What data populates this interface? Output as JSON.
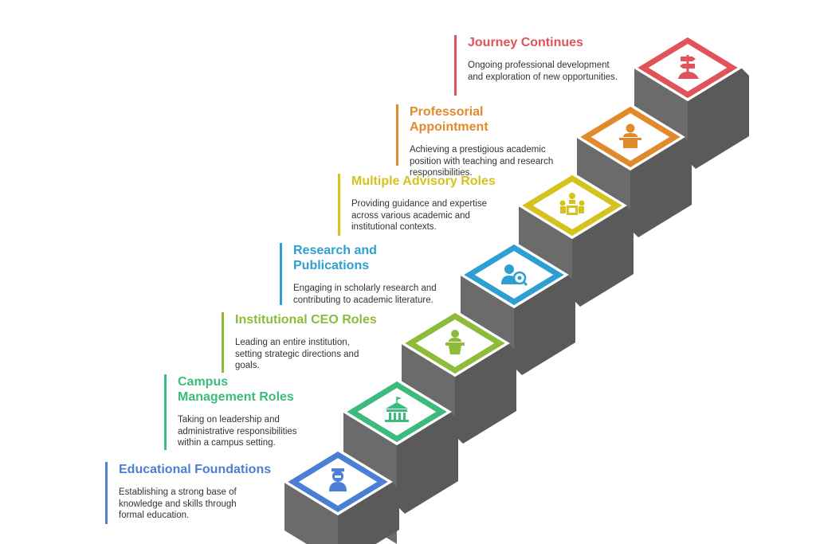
{
  "steps": [
    {
      "id": "educational-foundations",
      "title": "Educational Foundations",
      "description": "Establishing a strong base of knowledge and skills through formal education.",
      "color": "#4a7fd1",
      "icon": "student-icon"
    },
    {
      "id": "campus-management",
      "title": "Campus Management Roles",
      "description": "Taking on leadership and administrative responsibilities within a campus setting.",
      "color": "#3dbb7f",
      "icon": "campus-building-icon"
    },
    {
      "id": "institutional-ceo",
      "title": "Institutional CEO Roles",
      "description": "Leading an entire institution, setting strategic directions and goals.",
      "color": "#8dbb3a",
      "icon": "speaker-podium-icon"
    },
    {
      "id": "research-publications",
      "title": "Research and Publications",
      "description": "Engaging in scholarly research and contributing to academic literature.",
      "color": "#2e9fd3",
      "icon": "researcher-search-icon"
    },
    {
      "id": "multiple-advisory",
      "title": "Multiple Advisory Roles",
      "description": "Providing guidance and expertise across various academic and institutional contexts.",
      "color": "#d6c21c",
      "icon": "meeting-group-icon"
    },
    {
      "id": "professorial-appointment",
      "title": "Professorial Appointment",
      "description": "Achieving a prestigious academic position with teaching and research responsibilities.",
      "color": "#e08a2c",
      "icon": "lecturer-icon"
    },
    {
      "id": "journey-continues",
      "title": "Journey Continues",
      "description": "Ongoing professional development and exploration of new opportunities.",
      "color": "#e0535a",
      "icon": "signpost-icon"
    }
  ]
}
